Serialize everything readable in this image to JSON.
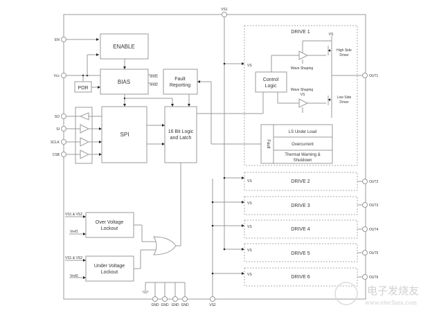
{
  "blocks": {
    "enable": "ENABLE",
    "bias": "BIAS",
    "por": "POR",
    "fault_reporting": [
      "Fault",
      "Reporting"
    ],
    "spi": "SPI",
    "logic": [
      "16 Bit Logic",
      "and Latch"
    ],
    "control_logic": [
      "Control",
      "Logic"
    ],
    "over_voltage": [
      "Over Voltage",
      "Lockout"
    ],
    "under_voltage": [
      "Under Voltage",
      "Lockout"
    ]
  },
  "bias_outputs": [
    "Vref1",
    "Vref2"
  ],
  "pins_left": [
    "EN",
    "Vcc",
    "SO",
    "SI",
    "SCLK",
    "CSB"
  ],
  "pins_top": [
    "VS1"
  ],
  "pins_bottom": [
    "GND",
    "GND",
    "GND",
    "GND",
    "VS2"
  ],
  "pins_right": [
    "OUT1",
    "OUT2",
    "OUT3",
    "OUT4",
    "OUT5",
    "OUT6"
  ],
  "drive1": {
    "title": "DRIVE 1",
    "vs_label": "VS",
    "high_side": [
      "High Side",
      "Driver"
    ],
    "low_side": [
      "Low Side",
      "Driver"
    ],
    "wave_shaping_1": "Wave Shaping",
    "wave_shaping_2": "Wave Shaping",
    "supply_top": "VS",
    "supply_low": "VS",
    "fault_title": "Fault",
    "fault_items": [
      "LS Under Load",
      "Overcurrent",
      "Thermal Warning &",
      "Shutdown"
    ]
  },
  "drives": [
    {
      "title": "DRIVE 2",
      "vs": "VS"
    },
    {
      "title": "DRIVE 3",
      "vs": "VS"
    },
    {
      "title": "DRIVE 4",
      "vs": "VS"
    },
    {
      "title": "DRIVE 5",
      "vs": "VS"
    },
    {
      "title": "DRIVE 6",
      "vs": "VS"
    }
  ],
  "lockout_inputs": {
    "ov_vs": "VS1 & VS2",
    "ov_ref": "Vref1",
    "uv_vs": "VS1 & VS2",
    "uv_ref": "Vref2"
  },
  "watermark": {
    "line1": "电子发烧友",
    "line2": "www.elecfans.com"
  }
}
